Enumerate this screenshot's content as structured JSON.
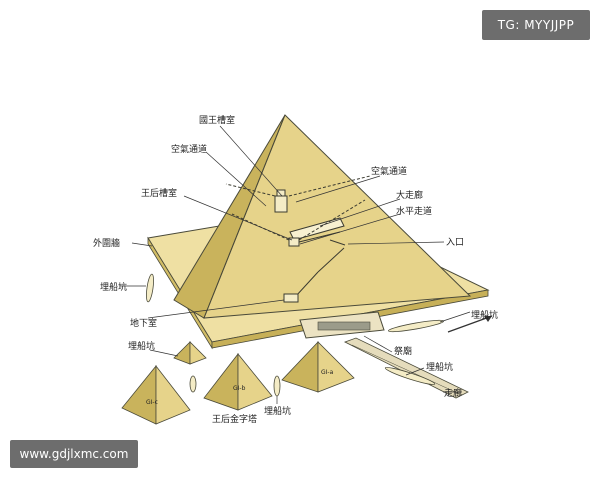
{
  "watermarks": {
    "top_right": "TG: MYYJJPP",
    "bottom_left": "www.gdjlxmc.com"
  },
  "labels": {
    "kings_chamber": "國王槽室",
    "air_shaft_left": "空氣通道",
    "air_shaft_right": "空氣通道",
    "queens_chamber": "王后槽室",
    "grand_gallery": "大走廊",
    "horizontal_passage": "水平走道",
    "entrance": "入口",
    "enclosure_wall": "外圍牆",
    "boat_pit_left": "埋船坑",
    "subterranean_chamber": "地下室",
    "boat_pit_lower_left": "埋船坑",
    "boat_pit_right": "埋船坑",
    "causeway_temple": "祭廟",
    "boat_pit_far_right": "埋船坑",
    "causeway": "走廊",
    "queens_pyramids": "王后金字塔",
    "boat_pit_bottom": "埋船坑"
  },
  "pyramid_tags": {
    "gi_a": "GI-a",
    "gi_b": "GI-b",
    "gi_c": "GI-c"
  },
  "colors": {
    "pyramid_dark": "#d9c46f",
    "pyramid_light": "#efe0a3",
    "pyramid_shadow": "#c7b058",
    "outline": "#4a4a3a",
    "watermark_bg": "#6d6d6d"
  }
}
